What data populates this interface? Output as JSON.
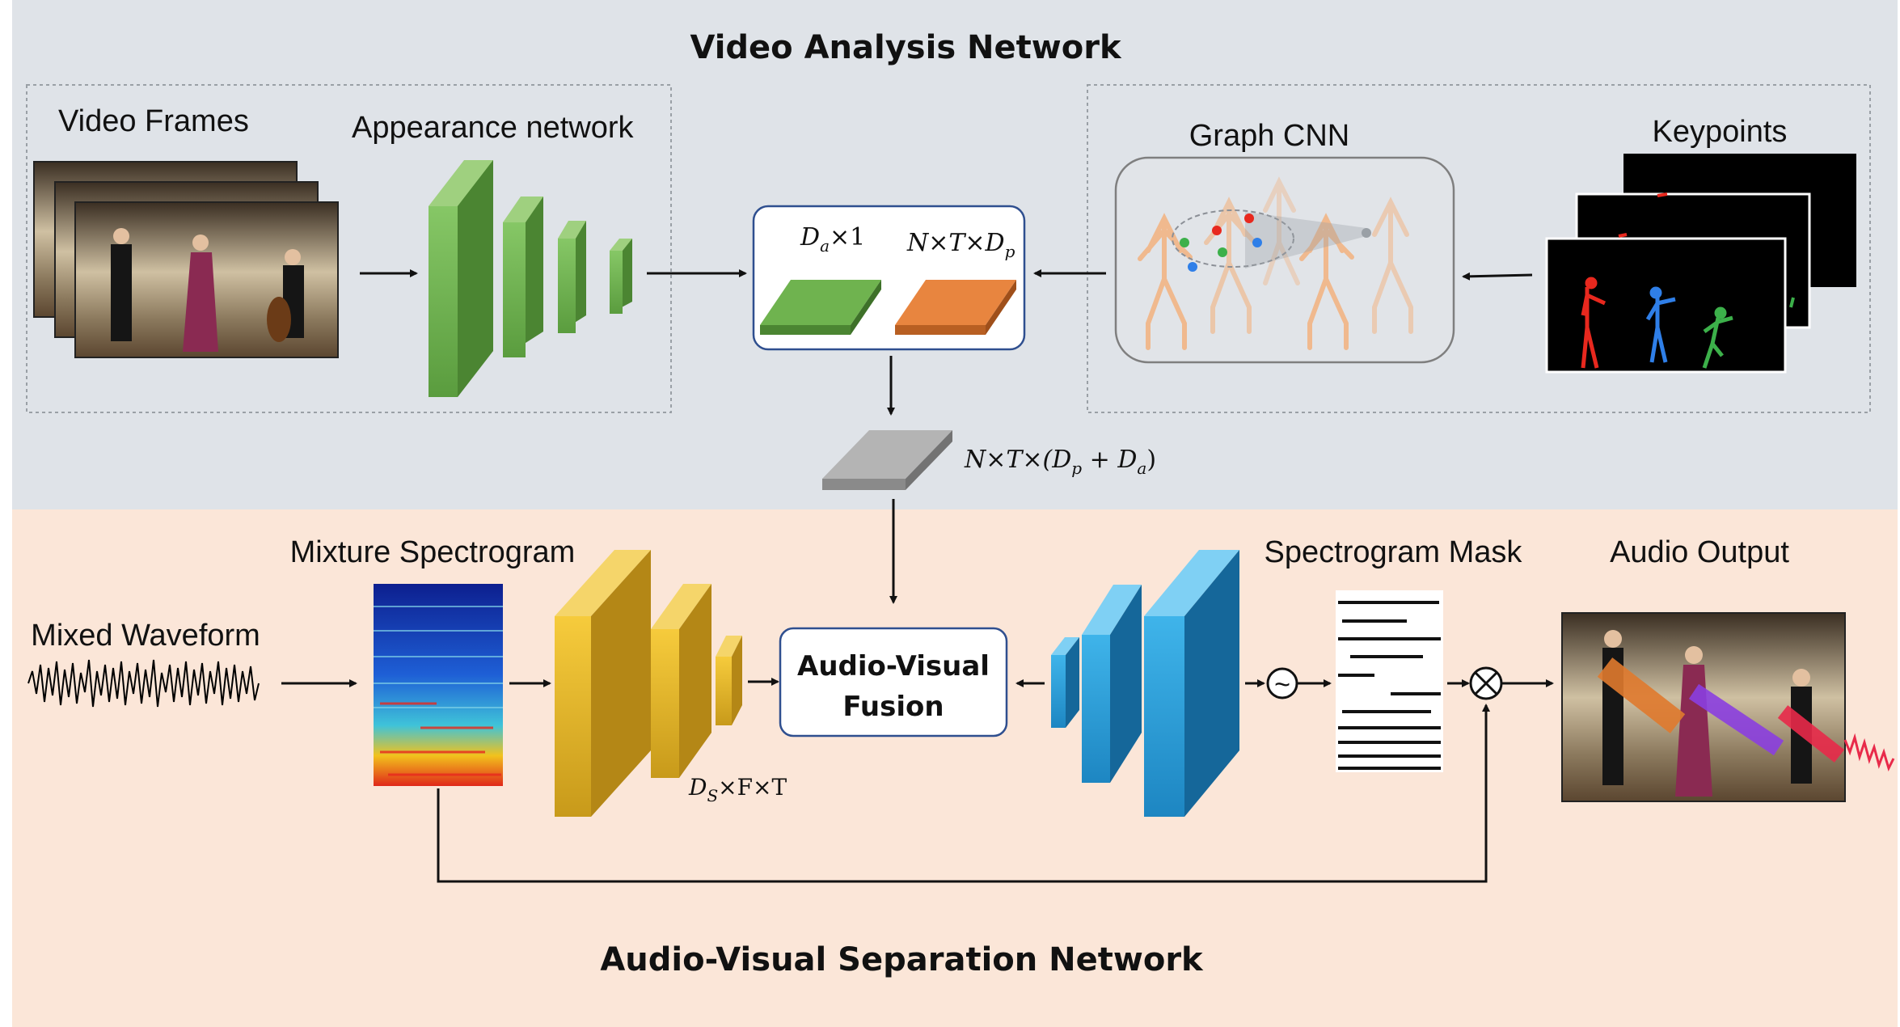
{
  "video_section": {
    "title": "Video Analysis Network",
    "video_frames_label": "Video Frames",
    "appearance_label": "Appearance network",
    "graph_cnn_label": "Graph CNN",
    "keypoints_label": "Keypoints",
    "feature_box": {
      "appearance_dim_base": "D",
      "appearance_dim_sub": "a",
      "appearance_dim_rest": "×1",
      "pose_dim_prefix": "N×T×D",
      "pose_dim_sub": "p"
    },
    "concat_label": {
      "prefix": "N×T×(D",
      "sub1": "p",
      "mid": " + D",
      "sub2": "a",
      "suffix": ")"
    }
  },
  "audio_section": {
    "title": "Audio-Visual Separation Network",
    "mixed_waveform_label": "Mixed Waveform",
    "mixture_spectrogram_label": "Mixture Spectrogram",
    "spectrogram_mask_label": "Spectrogram Mask",
    "audio_output_label": "Audio Output",
    "fusion_line1": "Audio-Visual",
    "fusion_line2": "Fusion",
    "encoder_dim": {
      "base": "D",
      "sub": "S",
      "rest": "×F×T"
    },
    "sigmoid_symbol": "~",
    "multiply_symbol": "⊗"
  },
  "colors": {
    "video_bg": "#dfe3e8",
    "audio_bg": "#fbe6d8",
    "appearance_green": "#6fb34f",
    "pose_orange": "#e8853f",
    "concat_gray": "#a6a6a6",
    "encoder_yellow": "#e7b62a",
    "decoder_blue": "#2c9fd8",
    "keypoint_red": "#e8281e",
    "keypoint_blue": "#2f7fe8",
    "keypoint_green": "#3cb04a"
  }
}
